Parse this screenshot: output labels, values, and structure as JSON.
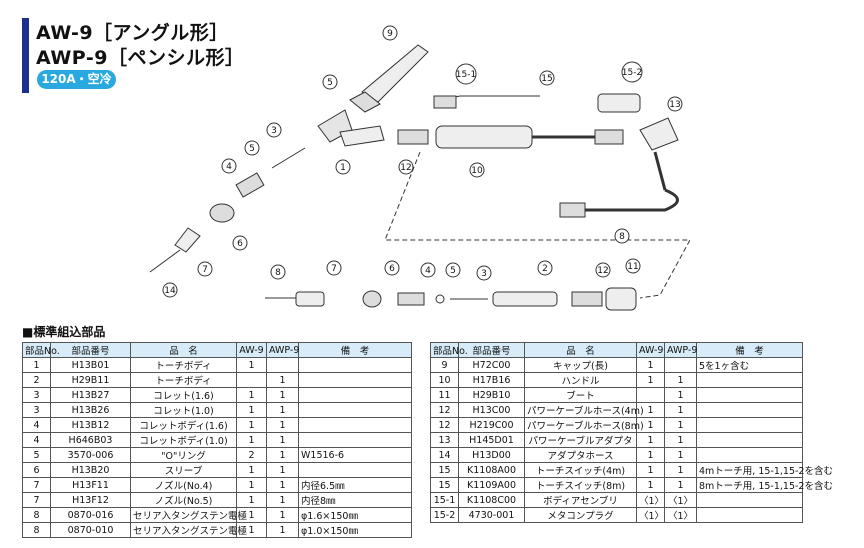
{
  "title_line1": "AW-9［アングル形］",
  "title_line2": "AWP-9［ペンシル形］",
  "badge": "120A・空冷",
  "section_title": "■標準組込部品",
  "diagram_labels": [
    "9",
    "5",
    "3",
    "1",
    "12",
    "10",
    "15-1",
    "15",
    "15-2",
    "13",
    "4",
    "5",
    "6",
    "7",
    "8",
    "14",
    "8",
    "7",
    "6",
    "4",
    "5",
    "3",
    "2",
    "12",
    "11"
  ],
  "table_headers": [
    "部品No.",
    "部品番号",
    "品　名",
    "AW-9",
    "AWP-9",
    "備　考"
  ],
  "left_rows": [
    [
      "1",
      "H13B01",
      "トーチボディ",
      "1",
      "",
      ""
    ],
    [
      "2",
      "H29B11",
      "トーチボディ",
      "",
      "1",
      ""
    ],
    [
      "3",
      "H13B27",
      "コレット(1.6)",
      "1",
      "1",
      ""
    ],
    [
      "3",
      "H13B26",
      "コレット(1.0)",
      "1",
      "1",
      ""
    ],
    [
      "4",
      "H13B12",
      "コレットボディ(1.6)",
      "1",
      "1",
      ""
    ],
    [
      "4",
      "H646B03",
      "コレットボディ(1.0)",
      "1",
      "1",
      ""
    ],
    [
      "5",
      "3570-006",
      "\"O\"リング",
      "2",
      "1",
      "W1516-6"
    ],
    [
      "6",
      "H13B20",
      "スリーブ",
      "1",
      "1",
      ""
    ],
    [
      "7",
      "H13F11",
      "ノズル(No.4)",
      "1",
      "1",
      "内径6.5㎜"
    ],
    [
      "7",
      "H13F12",
      "ノズル(No.5)",
      "1",
      "1",
      "内径8㎜"
    ],
    [
      "8",
      "0870-016",
      "セリア入タングステン電極",
      "1",
      "1",
      "φ1.6×150㎜"
    ],
    [
      "8",
      "0870-010",
      "セリア入タングステン電極",
      "1",
      "1",
      "φ1.0×150㎜"
    ]
  ],
  "right_rows": [
    [
      "9",
      "H72C00",
      "キャップ(長)",
      "1",
      "",
      "5を1ヶ含む"
    ],
    [
      "10",
      "H17B16",
      "ハンドル",
      "1",
      "1",
      ""
    ],
    [
      "11",
      "H29B10",
      "ブート",
      "",
      "1",
      ""
    ],
    [
      "12",
      "H13C00",
      "パワーケーブルホース(4m)",
      "1",
      "1",
      ""
    ],
    [
      "12",
      "H219C00",
      "パワーケーブルホース(8m)",
      "1",
      "1",
      ""
    ],
    [
      "13",
      "H145D01",
      "パワーケーブルアダプタ",
      "1",
      "1",
      ""
    ],
    [
      "14",
      "H13D00",
      "アダプタホース",
      "1",
      "1",
      ""
    ],
    [
      "15",
      "K1108A00",
      "トーチスイッチ(4m)",
      "1",
      "1",
      "4mトーチ用, 15-1,15-2を含む"
    ],
    [
      "15",
      "K1109A00",
      "トーチスイッチ(8m)",
      "1",
      "1",
      "8mトーチ用, 15-1,15-2を含む"
    ],
    [
      "15-1",
      "K1108C00",
      "ボディアセンブリ",
      "〈1〉",
      "〈1〉",
      ""
    ],
    [
      "15-2",
      "4730-001",
      "メタコンプラグ",
      "〈1〉",
      "〈1〉",
      ""
    ]
  ]
}
